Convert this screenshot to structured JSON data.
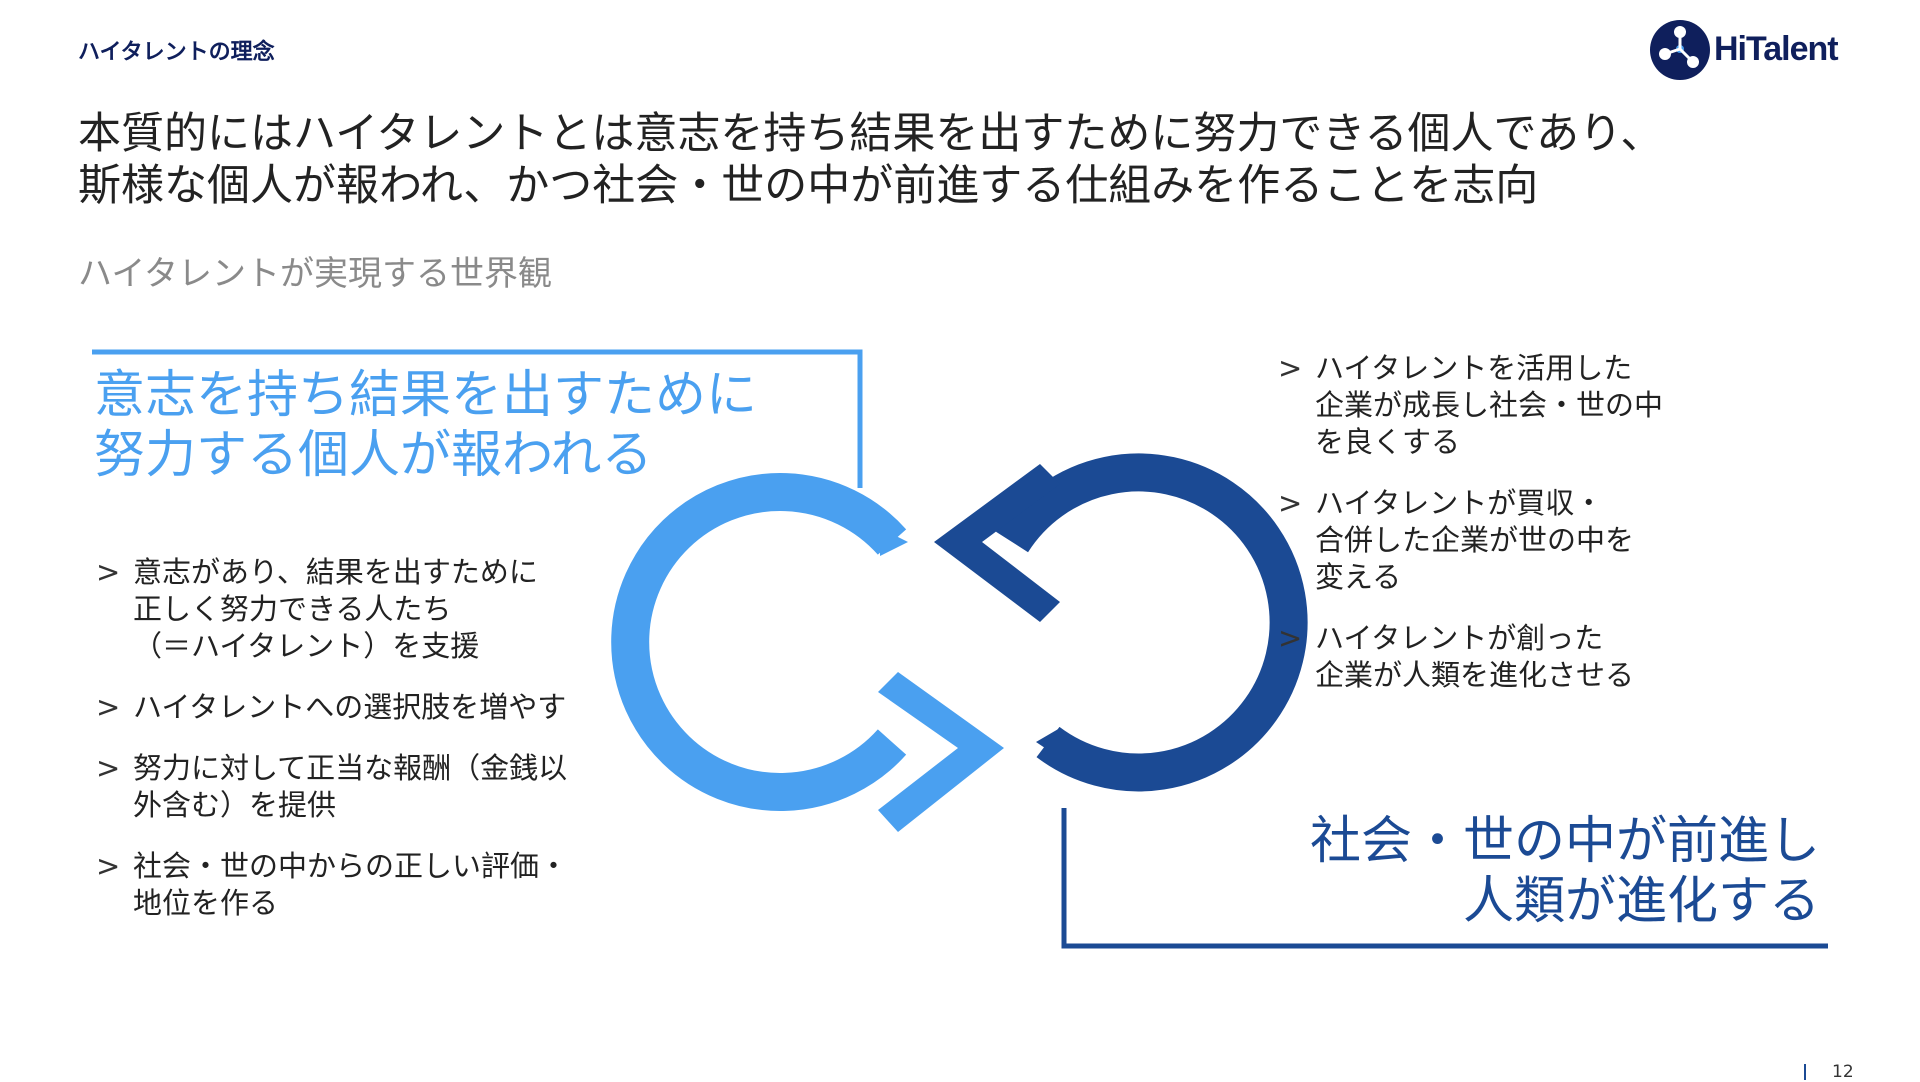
{
  "header": {
    "section_label": "ハイタレントの理念",
    "logo_text": "HiTalent"
  },
  "headline": {
    "line1": "本質的にはハイタレントとは意志を持ち結果を出すために努力できる個人であり、",
    "line2": "斯様な個人が報われ、かつ社会・世の中が前進する仕組みを作ることを志向"
  },
  "subheading": "ハイタレントが実現する世界観",
  "left_panel": {
    "title_line1": "意志を持ち結果を出すために",
    "title_line2": "努力する個人が報われる",
    "bullets": [
      {
        "mark": ">",
        "lines": [
          "意志があり、結果を出すために",
          "正しく努力できる人たち",
          "（＝ハイタレント）を支援"
        ]
      },
      {
        "mark": ">",
        "lines": [
          "ハイタレントへの選択肢を増やす"
        ]
      },
      {
        "mark": ">",
        "lines": [
          "努力に対して正当な報酬（金銭以",
          "外含む）を提供"
        ]
      },
      {
        "mark": ">",
        "lines": [
          "社会・世の中からの正しい評価・",
          "地位を作る"
        ]
      }
    ]
  },
  "right_panel": {
    "title_line1": "社会・世の中が前進し",
    "title_line2": "人類が進化する",
    "bullets": [
      {
        "mark": ">",
        "lines": [
          "ハイタレントを活用した",
          "企業が成長し社会・世の中",
          "を良くする"
        ]
      },
      {
        "mark": ">",
        "lines": [
          "ハイタレントが買収・",
          "合併した企業が世の中を",
          "変える"
        ]
      },
      {
        "mark": ">",
        "lines": [
          "ハイタレントが創った",
          "企業が人類を進化させる"
        ]
      }
    ]
  },
  "footer": {
    "page_number": "12"
  },
  "colors": {
    "light_blue": "#4aa0f0",
    "dark_blue": "#1b4a94",
    "navy": "#0f1f5c",
    "gray": "#8a8a8a"
  },
  "icons": {
    "logo": "hitalent-molecule-icon",
    "cycle_light": "arrow-cycle-light-icon",
    "cycle_dark": "arrow-cycle-dark-icon"
  }
}
